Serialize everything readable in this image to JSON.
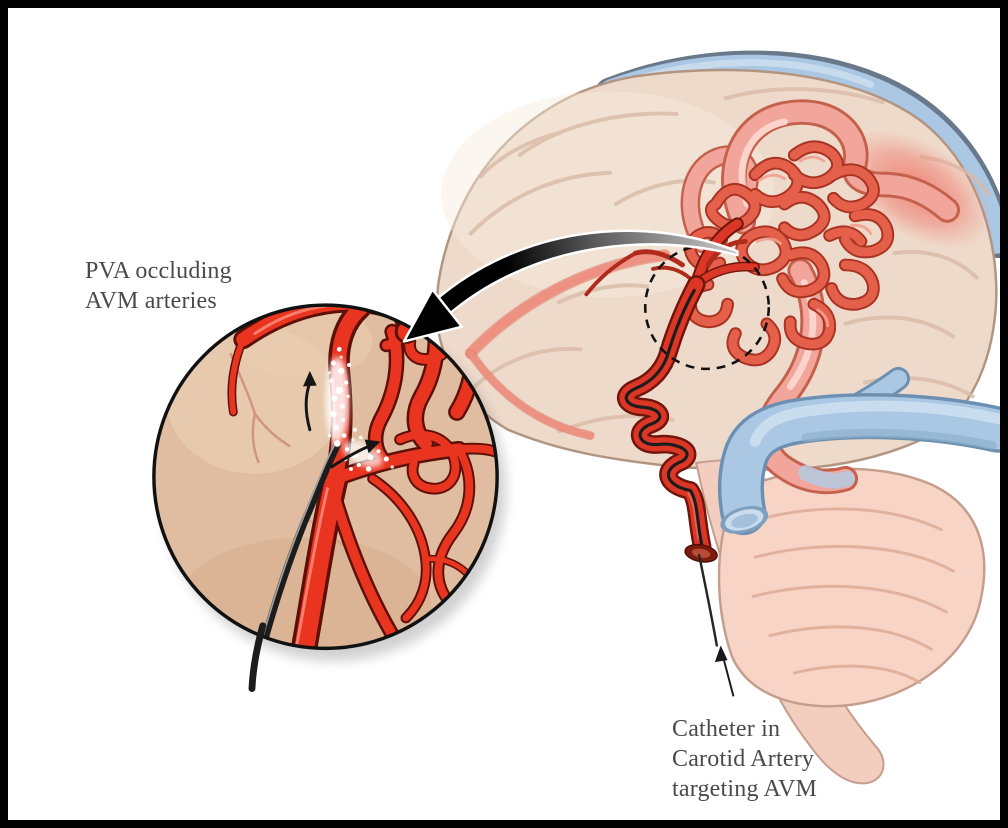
{
  "figure": {
    "type": "medical-illustration",
    "subject": "Embolization of a brain AVM: catheter delivering PVA particles",
    "annotations": {
      "inset_label": {
        "lines": [
          "PVA occluding",
          "AVM arteries"
        ]
      },
      "catheter_label": {
        "lines": [
          "Catheter in",
          "Carotid Artery",
          "targeting AVM"
        ]
      }
    },
    "colors": {
      "background": "#ffffff",
      "frame": "#000000",
      "brain": "#eedacb",
      "brain_sulci": "#d9bba7",
      "skull_vein_blue": "#aac8e4",
      "artery_red": "#dc3726",
      "inset_artery_red": "#e93420",
      "avm_nidus_coral": "#e4604a",
      "draining_vein_salmon": "#f2a69b",
      "cerebellum_pink": "#f7d4c5",
      "catheter_black": "#1c1c1c",
      "pva_particles": "#ffffff",
      "label_text": "#4a4a4a"
    }
  }
}
